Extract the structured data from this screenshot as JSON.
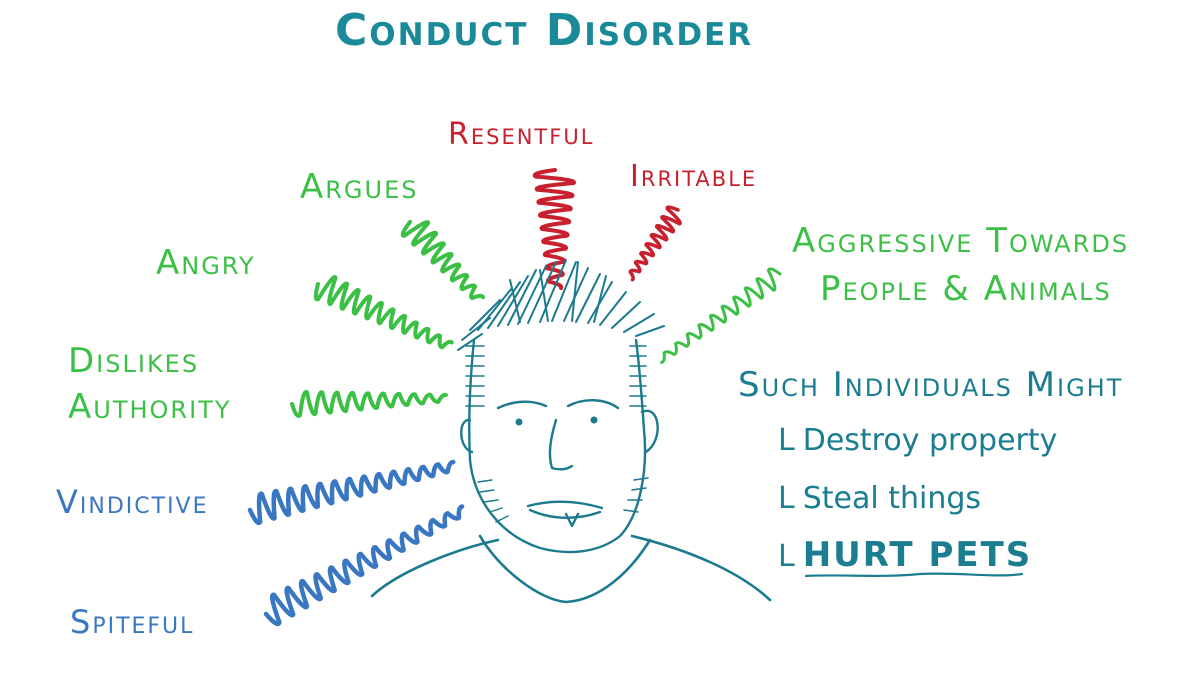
{
  "colors": {
    "title": "#1b8a98",
    "red": "#c8202e",
    "green": "#3cbf45",
    "blue": "#3a77c2",
    "teal": "#1a7d90",
    "face": "#1c7a8e"
  },
  "title": "Conduct Disorder",
  "traits": {
    "resentful": "Resentful",
    "irritable": "Irritable",
    "argues": "Argues",
    "angry": "Angry",
    "dislikes_line1": "Dislikes",
    "dislikes_line2": "Authority",
    "vindictive": "Vindictive",
    "spiteful": "Spiteful",
    "aggressive_line1": "Aggressive Towards",
    "aggressive_line2": "People & Animals"
  },
  "behaviors": {
    "heading": "Such Individuals Might",
    "bullet": "L",
    "items": [
      "Destroy property",
      "Steal things",
      "HURT PETS"
    ]
  }
}
